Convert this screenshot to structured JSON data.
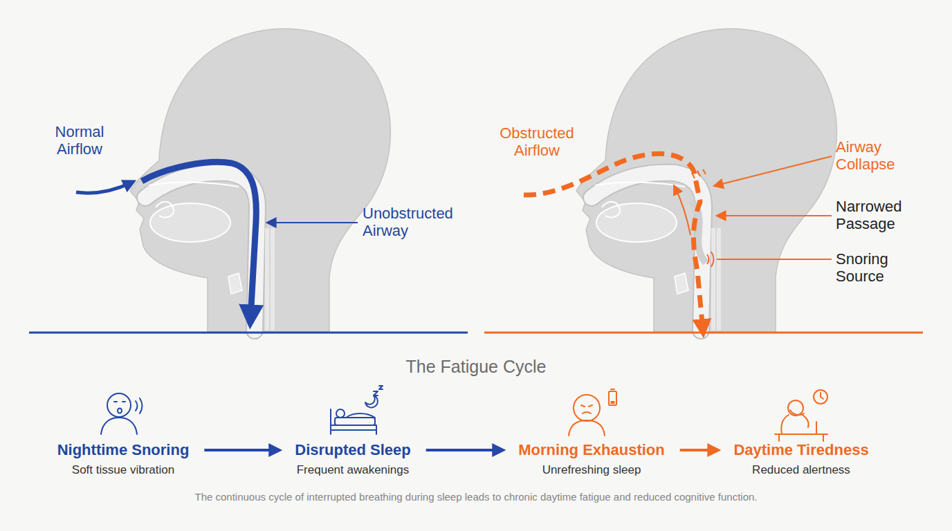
{
  "diagram": {
    "title": "The Fatigue Cycle",
    "caption": "The continuous cycle of interrupted breathing during sleep leads to chronic daytime fatigue and reduced cognitive function.",
    "nodes": [
      {
        "text": [
          "Nighttime Snoring",
          "Soft tissue vibration"
        ]
      },
      {
        "text": [
          "Disrupted Sleep",
          "Frequent awakenings"
        ]
      },
      {
        "text": [
          "Morning Exhaustion",
          "Unrefreshing sleep"
        ]
      },
      {
        "text": [
          "Daytime Tiredness",
          "Reduced alertness"
        ]
      }
    ],
    "edges": [
      {
        "from": 0,
        "to": 1,
        "arrow": "to"
      },
      {
        "from": 1,
        "to": 2,
        "arrow": "to"
      },
      {
        "from": 2,
        "to": 3,
        "arrow": "to"
      }
    ],
    "labels": [
      "Normal Airflow",
      "Unobstructed Airway",
      "Obstructed Airflow",
      "Airway Collapse",
      "Narrowed Passage",
      "Snoring Source"
    ]
  }
}
